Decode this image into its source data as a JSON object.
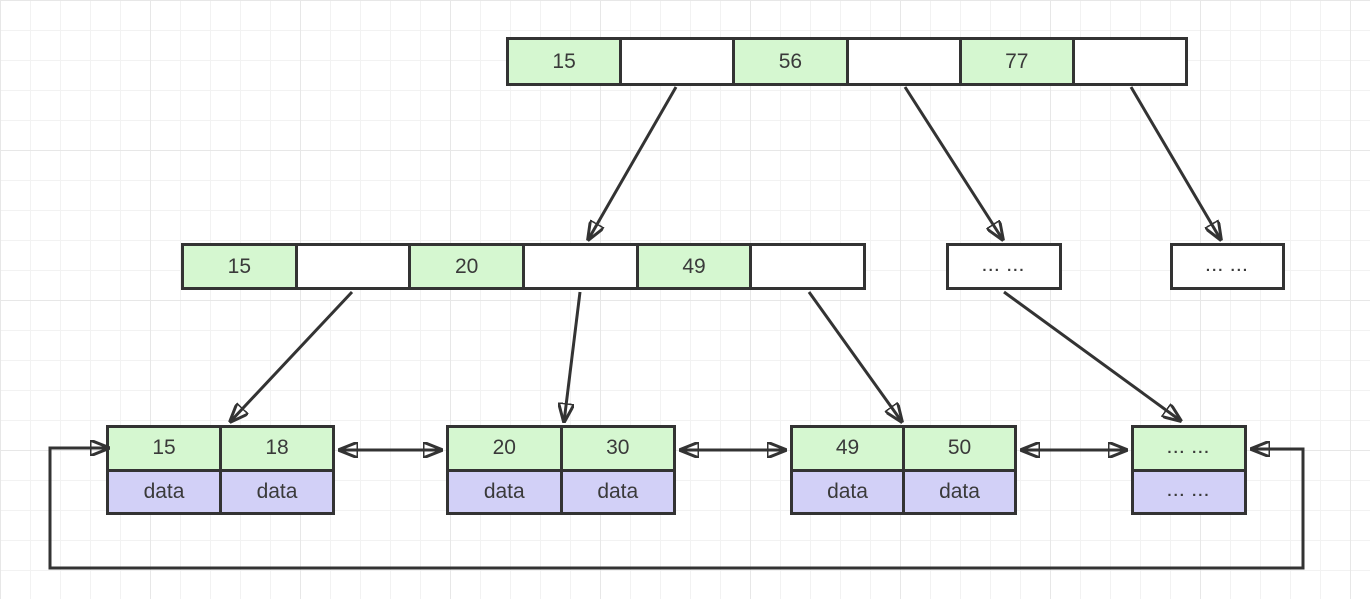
{
  "tree": {
    "root": {
      "cells": [
        "15",
        "",
        "56",
        "",
        "77",
        ""
      ]
    },
    "internal": {
      "cells": [
        "15",
        "",
        "20",
        "",
        "49",
        ""
      ]
    },
    "stub_nodes": [
      {
        "label": "... ..."
      },
      {
        "label": "... ..."
      }
    ],
    "leaves": [
      {
        "keys": [
          "15",
          "18"
        ],
        "data": [
          "data",
          "data"
        ]
      },
      {
        "keys": [
          "20",
          "30"
        ],
        "data": [
          "data",
          "data"
        ]
      },
      {
        "keys": [
          "49",
          "50"
        ],
        "data": [
          "data",
          "data"
        ]
      },
      {
        "keys": [
          "... ..."
        ],
        "data": [
          "... ..."
        ]
      }
    ]
  },
  "colors": {
    "key_cell_fill": "#d5f7d0",
    "data_cell_fill": "#d2d0f7",
    "node_fill": "#ffffff",
    "stroke": "#333333",
    "text": "#3a3a3a",
    "grid_minor": "#f2f2f2",
    "grid_major": "#e7e7e7",
    "background": "#ffffff"
  }
}
